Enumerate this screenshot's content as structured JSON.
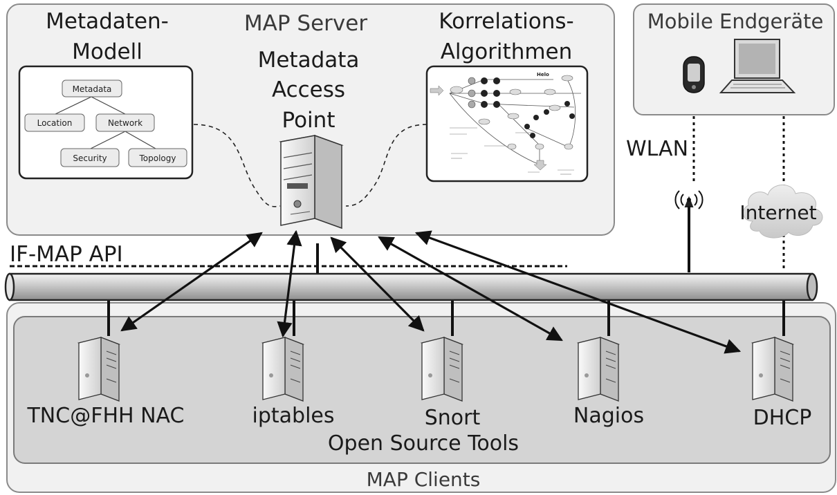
{
  "map_server": {
    "title": "MAP Server",
    "mapserver_label": [
      "Metadata",
      "Access",
      "Point"
    ]
  },
  "metadata_model": {
    "title": [
      "Metadaten-",
      "Modell"
    ],
    "nodes": [
      "Metadata",
      "Location",
      "Network",
      "Security",
      "Topology"
    ]
  },
  "correlation": {
    "title": [
      "Korrelations-",
      "Algorithmen"
    ],
    "thumbnail_caption": "Helo"
  },
  "mobile": {
    "title": "Mobile Endgeräte"
  },
  "network": {
    "wlan_label": "WLAN",
    "internet_label": "Internet"
  },
  "api": {
    "label": "IF-MAP API"
  },
  "clients": {
    "section_label": "MAP Clients",
    "group_label": "Open Source Tools",
    "tools": [
      "TNC@FHH NAC",
      "iptables",
      "Snort",
      "Nagios",
      "DHCP"
    ]
  }
}
